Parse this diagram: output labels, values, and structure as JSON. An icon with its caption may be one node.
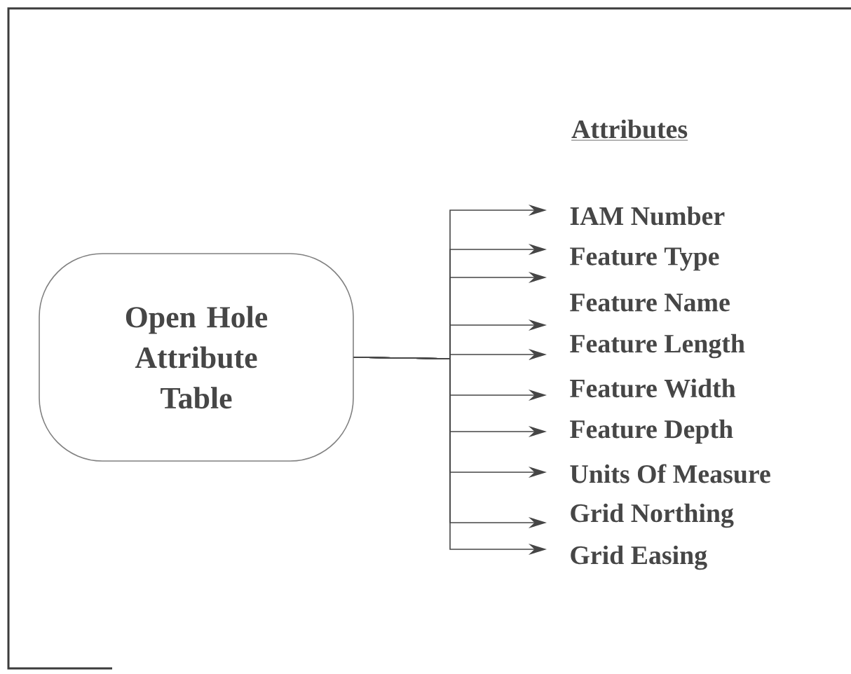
{
  "diagram": {
    "nodes": [
      {
        "text": [
          "Open Hole Attribute Table"
        ]
      },
      {
        "text": [
          "IAM Number"
        ]
      },
      {
        "text": [
          "Feature Type"
        ]
      },
      {
        "text": [
          "Feature Name"
        ]
      },
      {
        "text": [
          "Feature Length"
        ]
      },
      {
        "text": [
          "Feature Width"
        ]
      },
      {
        "text": [
          "Feature Depth"
        ]
      },
      {
        "text": [
          "Units Of Measure"
        ]
      },
      {
        "text": [
          "Grid Northing"
        ]
      },
      {
        "text": [
          "Grid Easing"
        ]
      }
    ],
    "edges": [
      {
        "from": 0,
        "to": 1,
        "arrow": "to"
      },
      {
        "from": 0,
        "to": 2,
        "arrow": "to"
      },
      {
        "from": 0,
        "to": 2,
        "arrow": "to"
      },
      {
        "from": 0,
        "to": 3,
        "arrow": "to"
      },
      {
        "from": 0,
        "to": 4,
        "arrow": "to"
      },
      {
        "from": 0,
        "to": 5,
        "arrow": "to"
      },
      {
        "from": 0,
        "to": 6,
        "arrow": "to"
      },
      {
        "from": 0,
        "to": 7,
        "arrow": "to"
      },
      {
        "from": 0,
        "to": 8,
        "arrow": "to"
      },
      {
        "from": 0,
        "to": 9,
        "arrow": "to"
      }
    ],
    "labels": [
      "Attributes"
    ]
  }
}
